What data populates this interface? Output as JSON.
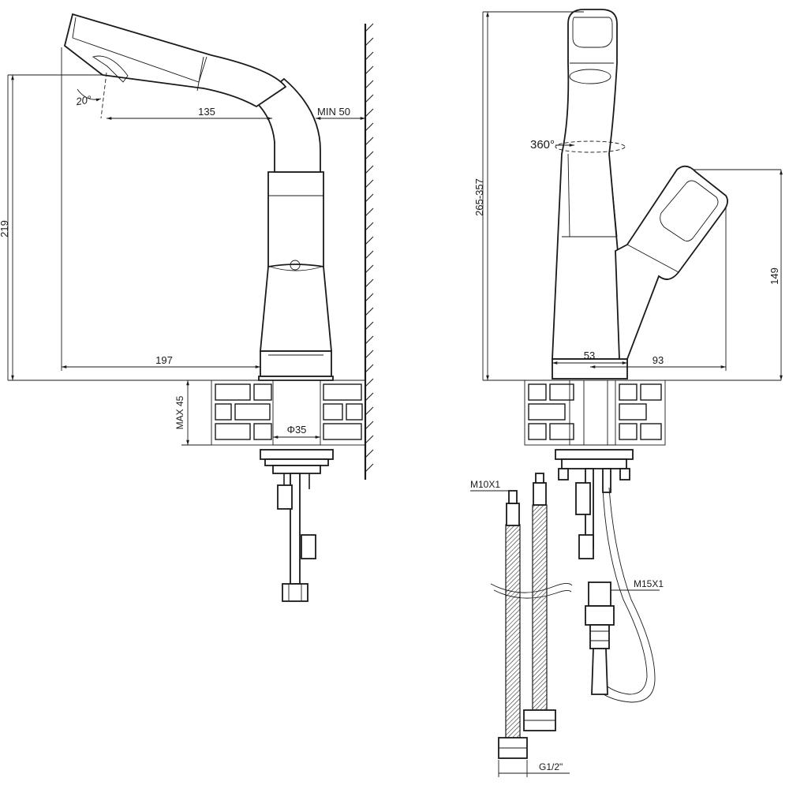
{
  "side_view": {
    "dim_height": "219",
    "dim_spout_reach": "135",
    "dim_wall_clearance": "MIN 50",
    "dim_total_reach": "197",
    "dim_angle": "20°",
    "dim_counter_thickness": "MAX 45",
    "dim_hole_diameter": "Φ35"
  },
  "front_view": {
    "dim_height_range": "265-357",
    "dim_rotation": "360°",
    "dim_base_width": "53",
    "dim_handle_offset": "93",
    "dim_handle_height": "149"
  },
  "connections": {
    "hose_thread_top": "M10X1",
    "shower_thread": "M15X1",
    "hose_thread_bottom": "G1/2\""
  }
}
